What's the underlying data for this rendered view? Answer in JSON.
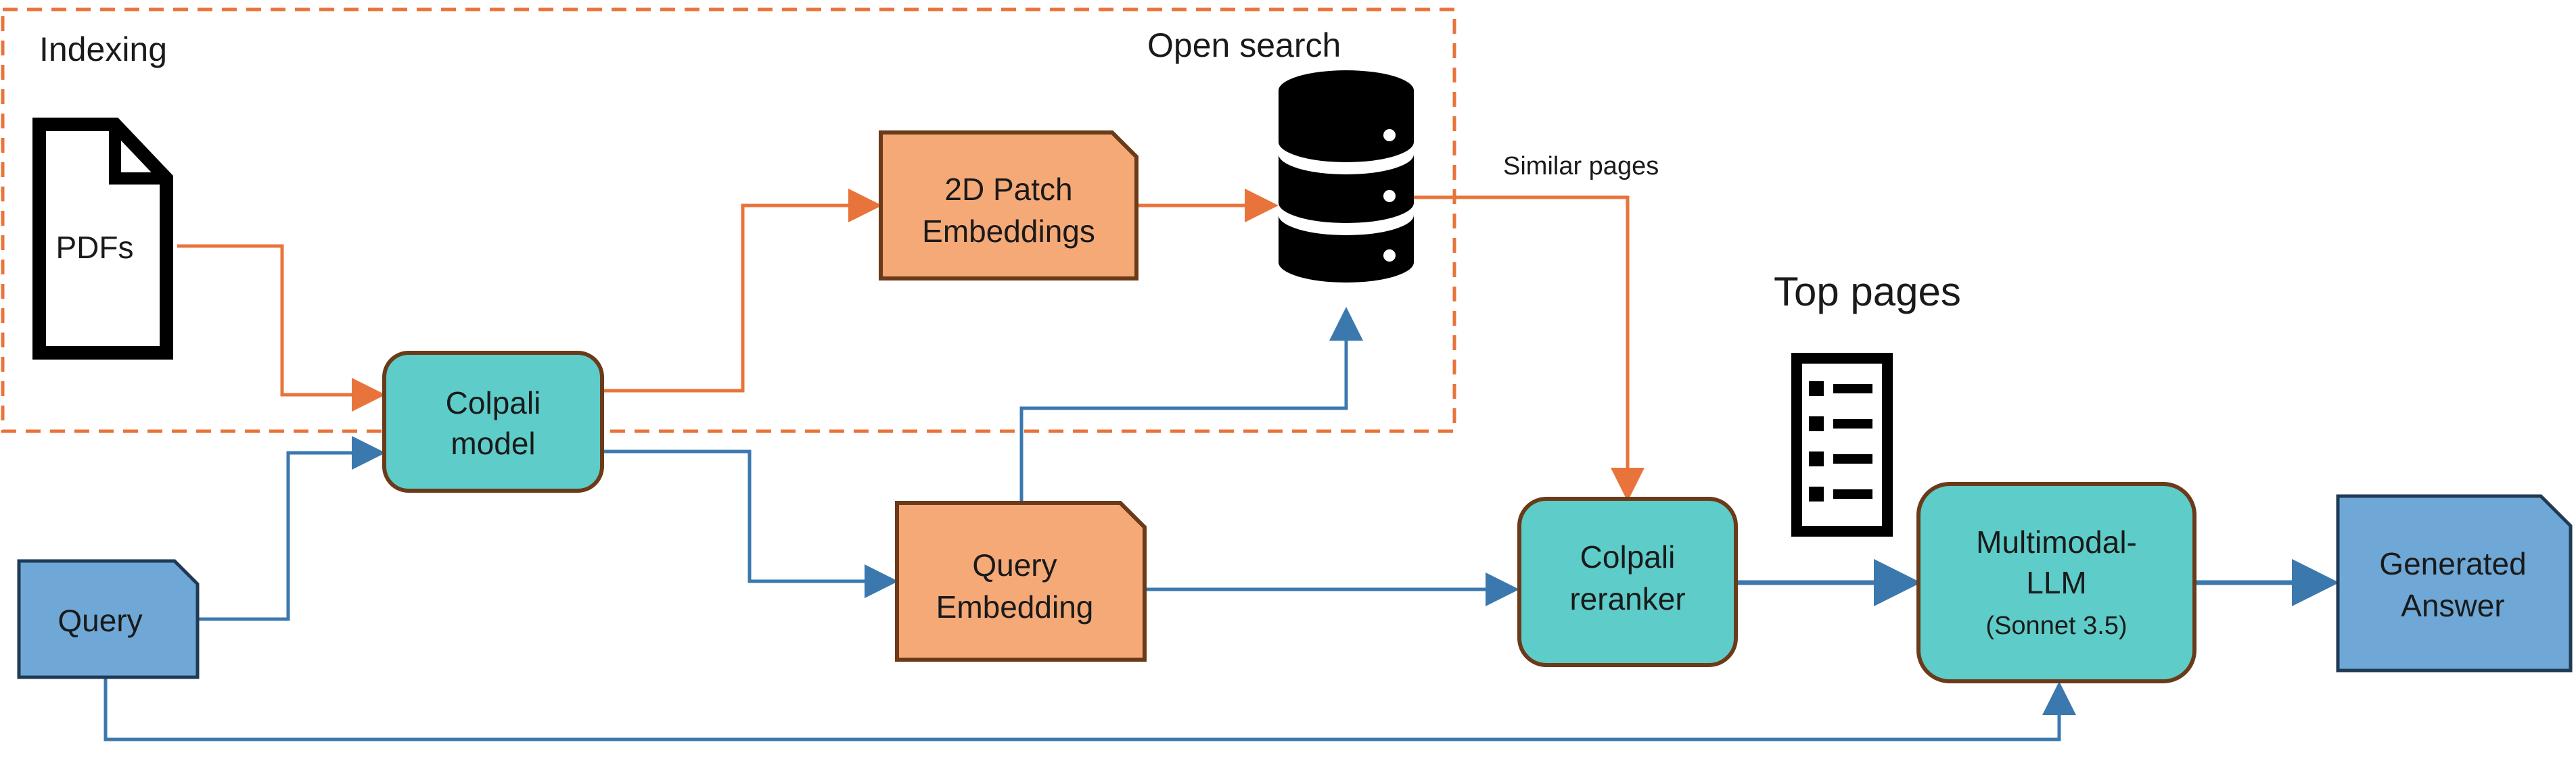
{
  "colors": {
    "orange_flow": "#E8743B",
    "blue_flow": "#3B78AE",
    "teal_node": "#5ECCC9",
    "orange_node": "#F4A977",
    "blue_node": "#6FA8D6",
    "node_border": "#6B3A18"
  },
  "regions": {
    "indexing_label": "Indexing",
    "open_search_label": "Open search"
  },
  "labels": {
    "similar_pages": "Similar pages",
    "top_pages": "Top pages"
  },
  "nodes": {
    "pdfs": {
      "label": "PDFs",
      "icon": "document-icon"
    },
    "colpali_model": {
      "line1": "Colpali",
      "line2": "model"
    },
    "patch_embeddings": {
      "line1": "2D Patch",
      "line2": "Embeddings"
    },
    "database": {
      "icon": "database-icon"
    },
    "query": {
      "label": "Query"
    },
    "query_embedding": {
      "line1": "Query",
      "line2": "Embedding"
    },
    "colpali_reranker": {
      "line1": "Colpali",
      "line2": "reranker"
    },
    "top_pages_list": {
      "icon": "list-icon"
    },
    "multimodal_llm": {
      "line1": "Multimodal-",
      "line2": "LLM",
      "line3": "(Sonnet 3.5)"
    },
    "generated_answer": {
      "line1": "Generated",
      "line2": "Answer"
    }
  }
}
